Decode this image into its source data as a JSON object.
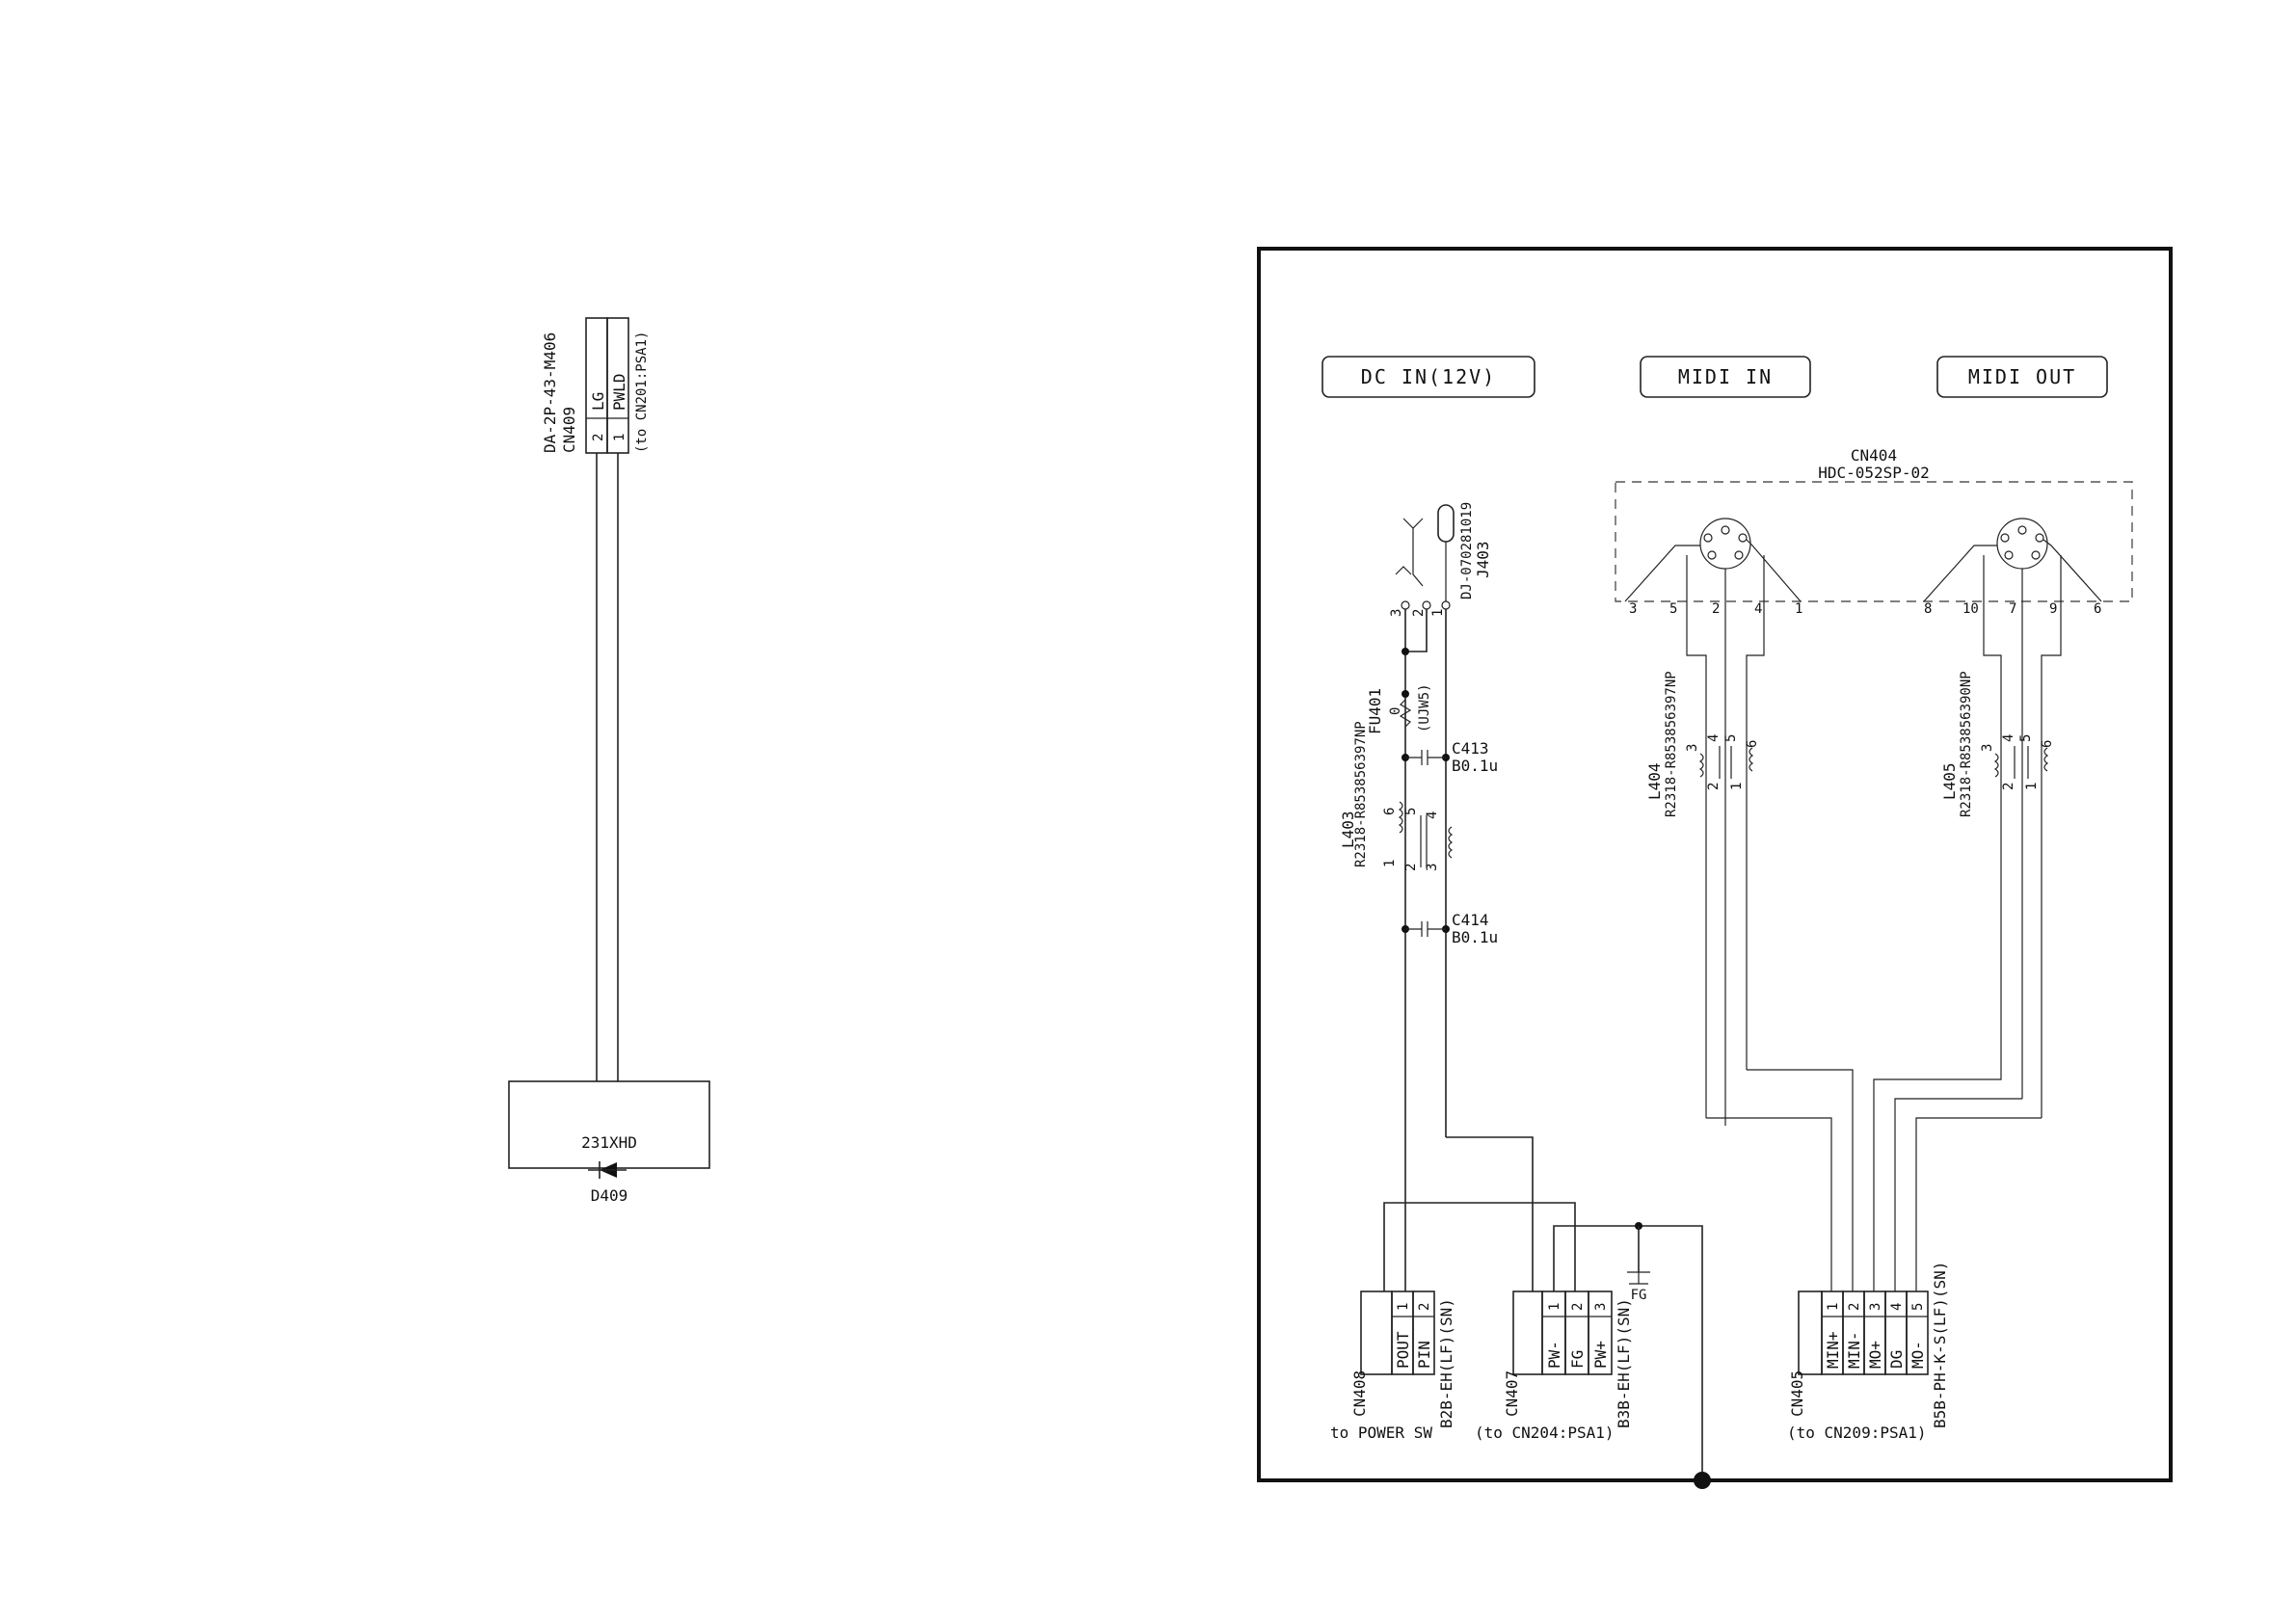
{
  "left_board": {
    "connector": {
      "part": "DA-2P-43-M406",
      "ref": "CN409",
      "note": "(to CN201:PSA1)",
      "pins": [
        {
          "num": "2",
          "name": "LG"
        },
        {
          "num": "1",
          "name": "PWLD"
        }
      ]
    },
    "led": {
      "part": "231XHD",
      "ref": "D409"
    }
  },
  "main_board": {
    "section_labels": [
      "DC IN(12V)",
      "MIDI IN",
      "MIDI OUT"
    ],
    "jack": {
      "ref": "J403",
      "part": "DJ-070281019",
      "pins": [
        "3",
        "2",
        "1"
      ]
    },
    "fuse": {
      "ref": "FU401",
      "value": "0",
      "part": "(UJW5)"
    },
    "capacitors": [
      {
        "ref": "C413",
        "value": "B0.1u"
      },
      {
        "ref": "C414",
        "value": "B0.1u"
      }
    ],
    "chokes": [
      {
        "ref": "L403",
        "part": "R2318-R853856397NP",
        "pins": [
          "6",
          "5",
          "4",
          "1",
          "2",
          "3"
        ]
      },
      {
        "ref": "L404",
        "part": "R2318-R853856397NP",
        "pins": [
          "3",
          "4",
          "5",
          "6",
          "2",
          "1"
        ]
      },
      {
        "ref": "L405",
        "part": "R2318-R853856390NP",
        "pins": [
          "3",
          "4",
          "5",
          "6",
          "2",
          "1"
        ]
      }
    ],
    "din": {
      "ref": "CN404",
      "part": "HDC-052SP-02",
      "in_pins": [
        "3",
        "5",
        "2",
        "4",
        "1"
      ],
      "out_pins": [
        "8",
        "10",
        "7",
        "9",
        "6"
      ]
    },
    "ground_label": "FG",
    "connectors": [
      {
        "ref": "CN408",
        "part": "B2B-EH(LF)(SN)",
        "dest": "to POWER SW",
        "pins": [
          {
            "num": "1",
            "name": "POUT"
          },
          {
            "num": "2",
            "name": "PIN"
          }
        ]
      },
      {
        "ref": "CN407",
        "part": "B3B-EH(LF)(SN)",
        "dest": "(to CN204:PSA1)",
        "pins": [
          {
            "num": "1",
            "name": "PW-"
          },
          {
            "num": "2",
            "name": "FG"
          },
          {
            "num": "3",
            "name": "PW+"
          }
        ]
      },
      {
        "ref": "CN405",
        "part": "B5B-PH-K-S(LF)(SN)",
        "dest": "(to CN209:PSA1)",
        "pins": [
          {
            "num": "1",
            "name": "MIN+"
          },
          {
            "num": "2",
            "name": "MIN-"
          },
          {
            "num": "3",
            "name": "MO+"
          },
          {
            "num": "4",
            "name": "DG"
          },
          {
            "num": "5",
            "name": "MO-"
          }
        ]
      }
    ]
  }
}
